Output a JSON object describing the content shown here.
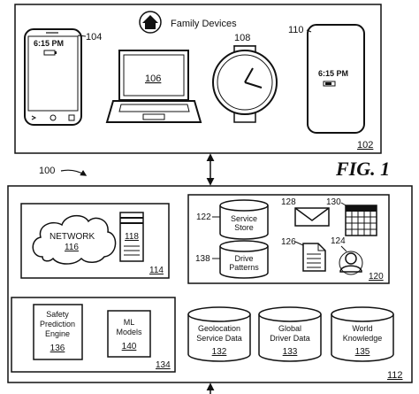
{
  "top_panel": {
    "title": "Family Devices",
    "ref": "102",
    "devices": [
      {
        "kind": "smartphone",
        "time": "6:15 PM",
        "ref": "104"
      },
      {
        "kind": "laptop",
        "ref": "106"
      },
      {
        "kind": "smartwatch",
        "ref": "108"
      },
      {
        "kind": "tablet-phone",
        "time": "6:15 PM",
        "ref": "110"
      }
    ]
  },
  "figure_label": "FIG. 1",
  "system_ref": "100",
  "main_panel": {
    "ref": "112",
    "network_box": {
      "ref": "114",
      "cloud_label": "NETWORK",
      "cloud_ref": "116",
      "server_ref": "118"
    },
    "service_box": {
      "ref": "120",
      "service_store": {
        "label_line1": "Service",
        "label_line2": "Store",
        "ref": "122"
      },
      "drive_patterns": {
        "label_line1": "Drive",
        "label_line2": "Patterns",
        "ref": "138"
      },
      "email_ref": "128",
      "calendar_ref": "130",
      "document_ref": "126",
      "contact_ref": "124"
    },
    "engine_box": {
      "ref": "134",
      "safety_engine": {
        "line1": "Safety",
        "line2": "Prediction",
        "line3": "Engine",
        "ref": "136"
      },
      "ml_models": {
        "line1": "ML",
        "line2": "Models",
        "ref": "140"
      }
    },
    "databases": [
      {
        "line1": "Geolocation",
        "line2": "Service Data",
        "ref": "132"
      },
      {
        "line1": "Global",
        "line2": "Driver Data",
        "ref": "133"
      },
      {
        "line1": "World",
        "line2": "Knowledge",
        "ref": "135"
      }
    ]
  }
}
